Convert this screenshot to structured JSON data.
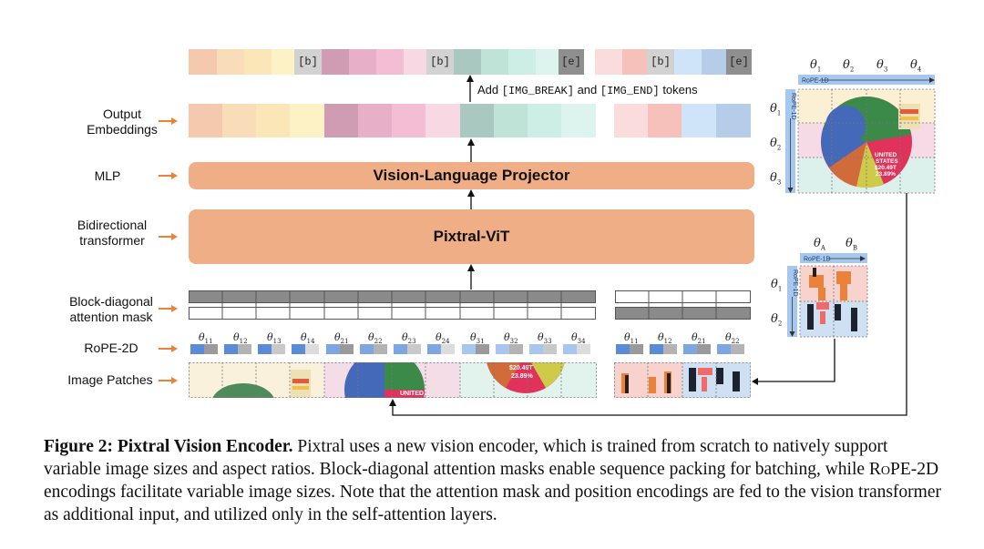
{
  "labels": {
    "output_embeddings": "Output\nEmbeddings",
    "mlp": "MLP",
    "bidirectional": "Bidirectional\ntransformer",
    "block_mask": "Block-diagonal\nattention mask",
    "rope2d": "RoPE-2D",
    "image_patches": "Image Patches"
  },
  "projector_label": "Vision-Language Projector",
  "vit_label": "Pixtral-ViT",
  "add_tokens": {
    "prefix": "Add ",
    "token_a": "[IMG_BREAK]",
    "mid": " and ",
    "token_b": "[IMG_END]",
    "suffix": " tokens"
  },
  "special_tokens": {
    "break": "[b]",
    "end": "[e]"
  },
  "theta_image1": [
    "θ11",
    "θ12",
    "θ13",
    "θ14",
    "θ21",
    "θ22",
    "θ23",
    "θ24",
    "θ31",
    "θ32",
    "θ33",
    "θ34"
  ],
  "theta_image2": [
    "θ11",
    "θ12",
    "θ21",
    "θ22"
  ],
  "rope_large": {
    "cols": [
      "θ1",
      "θ2",
      "θ3",
      "θ4"
    ],
    "rows": [
      "θ1",
      "θ2",
      "θ3"
    ],
    "bar_label": "RoPE-1D",
    "side_label": "RoPE-1D"
  },
  "rope_small": {
    "cols": [
      "θA",
      "θB"
    ],
    "rows": [
      "θ1",
      "θ2"
    ],
    "bar_label": "RoPE-1D",
    "side_label": "RoPE-1D"
  },
  "pie_text": {
    "country_line1": "UNITED",
    "country_line2": "STATES",
    "value": "$20.49T",
    "percent": "23.89%"
  },
  "patch_text": {
    "strip_value": "$20.49T",
    "strip_percent": "23.89%",
    "strip_country": "UNITED"
  },
  "caption": {
    "title": "Figure 2: Pixtral Vision Encoder.",
    "body_1": " Pixtral uses a new vision encoder, which is trained from scratch to natively support variable image sizes and aspect ratios. Block-diagonal attention masks enable sequence packing for batching, while ",
    "rope_word": "RoPE-2D",
    "body_2": " encodings facilitate variable image sizes. Note that the attention mask and position encodings are fed to the vision transformer as additional input, and utilized only in the self-attention layers."
  },
  "colors": {
    "arrow_orange": "#e9823a",
    "block_salmon": "#f0ae86",
    "mask_gray": "#8a8a8a",
    "rope_blue": "#5b8bd6",
    "rope_gray": "#b9b9b9"
  }
}
